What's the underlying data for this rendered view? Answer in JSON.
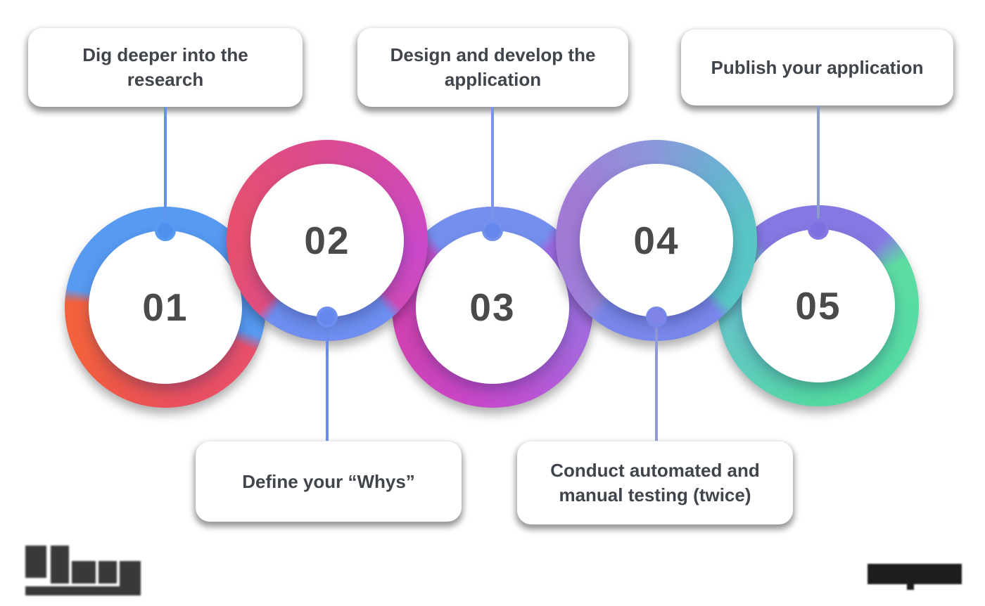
{
  "background": "#ffffff",
  "callout_text_color": "#40444b",
  "number_color": "#4a4a4a",
  "steps": [
    {
      "number": "01",
      "label": "Dig deeper into the research",
      "callout_position": "top",
      "ring_colors": [
        "#579af1",
        "#f2613e",
        "#e7506a"
      ],
      "line_color": "#5e94ec",
      "dot_color": "#4e90ee"
    },
    {
      "number": "02",
      "label": "Define your “Whys”",
      "callout_position": "bottom",
      "ring_colors": [
        "#e6506e",
        "#c949cb"
      ],
      "arc_color": "#6e8ff0",
      "line_color": "#6b8ce9",
      "dot_color": "#6688ee"
    },
    {
      "number": "03",
      "label": "Design and develop the application",
      "callout_position": "top",
      "ring_colors": [
        "#ce42b2",
        "#9c73e6"
      ],
      "arc_color": "#7490ee",
      "line_color": "#7b94ea",
      "dot_color": "#6688ee"
    },
    {
      "number": "04",
      "label": "Conduct automated and manual testing (twice)",
      "callout_position": "bottom",
      "ring_colors": [
        "#a17ad6",
        "#59c5c4"
      ],
      "arc_color": "#7a87ea",
      "line_color": "#9098d8",
      "dot_color": "#7f84e6"
    },
    {
      "number": "05",
      "label": "Publish your application",
      "callout_position": "top",
      "ring_colors": [
        "#53d8a2",
        "#65c4c6",
        "#8478e2"
      ],
      "arc_color": "#8478e2",
      "line_color": "#8c9cc8",
      "dot_color": "#7d70e0"
    }
  ],
  "footer": {
    "left_logo_color": "#3f3f3f",
    "right_logo_color": "#262626",
    "legibility": "pixelated"
  }
}
